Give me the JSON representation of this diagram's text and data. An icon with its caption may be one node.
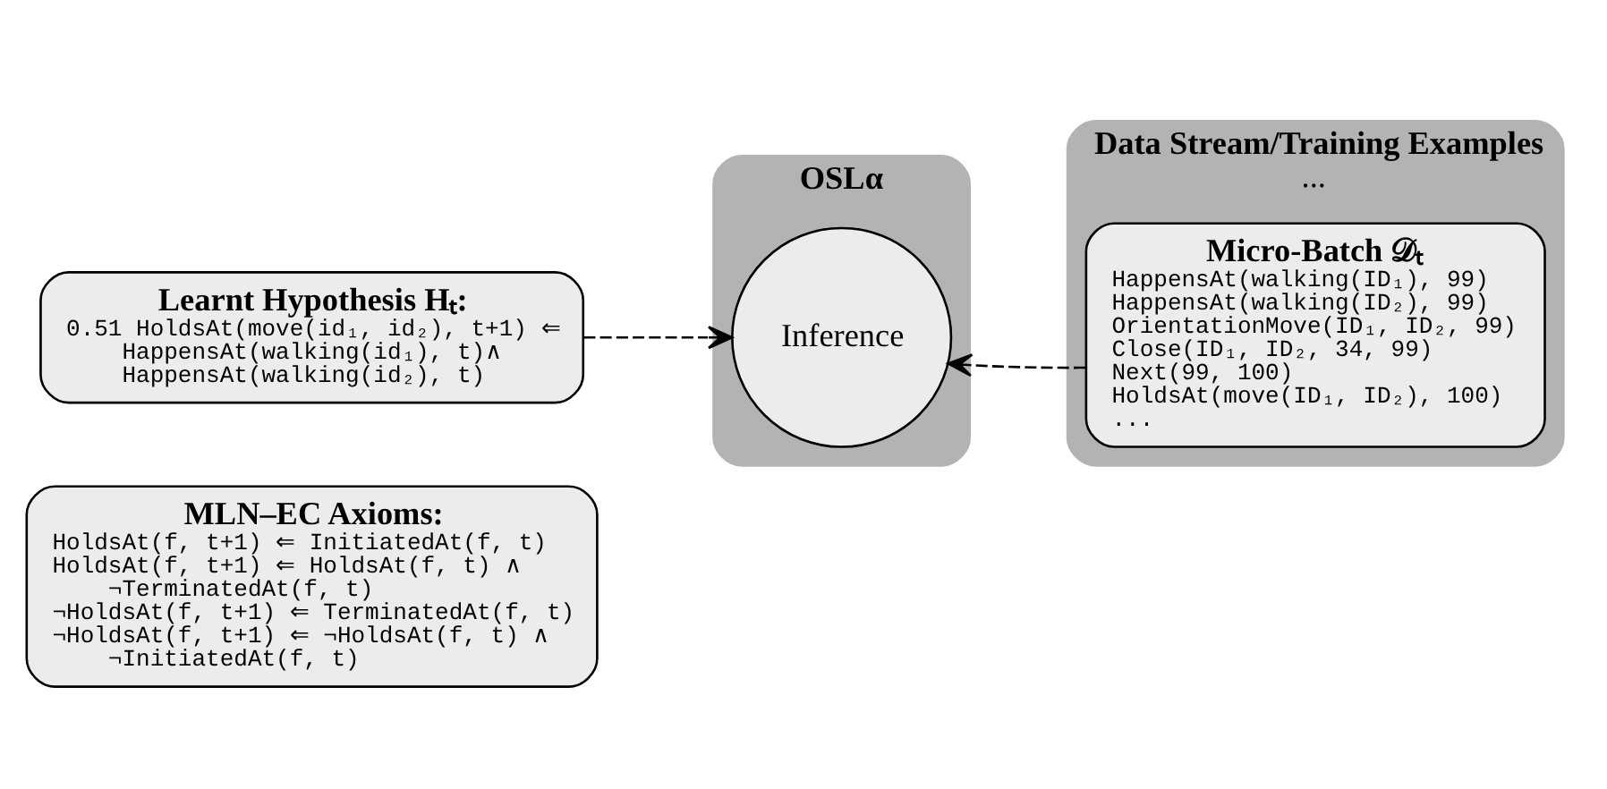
{
  "diagram": {
    "nodes": [
      {
        "text": [
          "Learnt Hypothesis Hₜ:",
          "0.51 HoldsAt(move(id₁, id₂), t+1) ⇐ HappensAt(walking(id₁), t)∧ HappensAt(walking(id₂), t)"
        ]
      },
      {
        "text": [
          "MLN–EC Axioms:",
          "HoldsAt(f, t+1) ⇐ InitiatedAt(f, t)",
          "HoldsAt(f, t+1) ⇐ HoldsAt(f, t) ∧ ¬TerminatedAt(f, t)",
          "¬HoldsAt(f, t+1) ⇐ TerminatedAt(f, t)",
          "¬HoldsAt(f, t+1) ⇐ ¬HoldsAt(f, t) ∧ ¬InitiatedAt(f, t)"
        ]
      },
      {
        "text": [
          "OSLα"
        ]
      },
      {
        "text": [
          "Inference"
        ],
        "in": 2
      },
      {
        "text": [
          "Data Stream/Training Examples",
          "..."
        ]
      },
      {
        "text": [
          "Micro-Batch 𝒟ₜ",
          "HappensAt(walking(ID₁), 99)",
          "HappensAt(walking(ID₂), 99)",
          "OrientationMove(ID₁, ID₂, 99)",
          "Close(ID₁, ID₂, 34, 99)",
          "Next(99, 100)",
          "HoldsAt(move(ID₁, ID₂), 100)",
          "..."
        ],
        "in": 4
      }
    ],
    "edges": [
      {
        "from": 0,
        "to": 3,
        "arrow": "to",
        "style": "dashed"
      },
      {
        "from": 5,
        "to": 3,
        "arrow": "to",
        "style": "dashed"
      }
    ]
  }
}
